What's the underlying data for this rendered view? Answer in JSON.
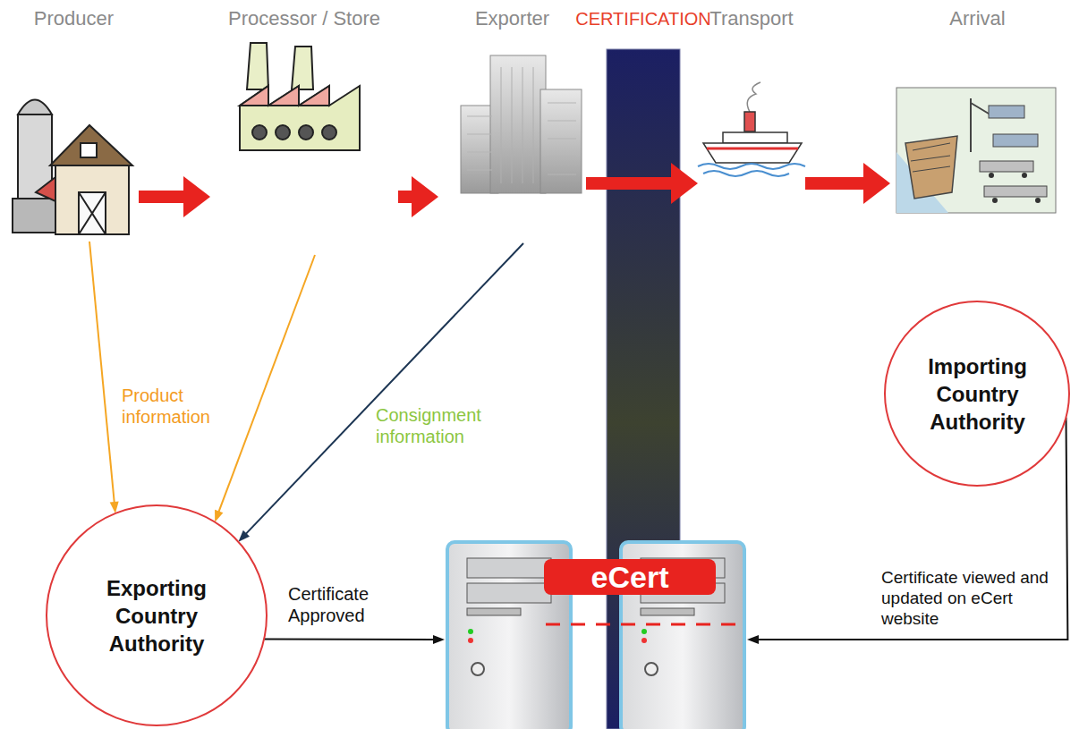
{
  "diagram": {
    "nodes": [
      {
        "text": [
          "Producer"
        ]
      },
      {
        "text": [
          "Processor / Store"
        ]
      },
      {
        "text": [
          "Exporter"
        ]
      },
      {
        "text": [
          "CERTIFICATION"
        ]
      },
      {
        "text": [
          "Transport"
        ]
      },
      {
        "text": [
          "Arrival"
        ]
      },
      {
        "text": [
          "Exporting Country Authority"
        ]
      },
      {
        "text": [
          "eCert"
        ]
      },
      {
        "text": [
          "Importing Country Authority"
        ]
      }
    ],
    "edges": [
      {
        "from": 0,
        "to": 1,
        "arrow": "to"
      },
      {
        "from": 1,
        "to": 2,
        "arrow": "to"
      },
      {
        "from": 2,
        "to": 4,
        "arrow": "to"
      },
      {
        "from": 4,
        "to": 5,
        "arrow": "to"
      },
      {
        "from": 0,
        "to": 6,
        "label": "Product information",
        "arrow": "to"
      },
      {
        "from": 1,
        "to": 6,
        "arrow": "to"
      },
      {
        "from": 2,
        "to": 6,
        "label": "Consignment information",
        "arrow": "to"
      },
      {
        "from": 6,
        "to": 7,
        "label": "Certificate Approved",
        "arrow": "to"
      },
      {
        "from": 8,
        "to": 7,
        "label": "Certificate viewed and updated on eCert website",
        "arrow": "to"
      }
    ]
  }
}
